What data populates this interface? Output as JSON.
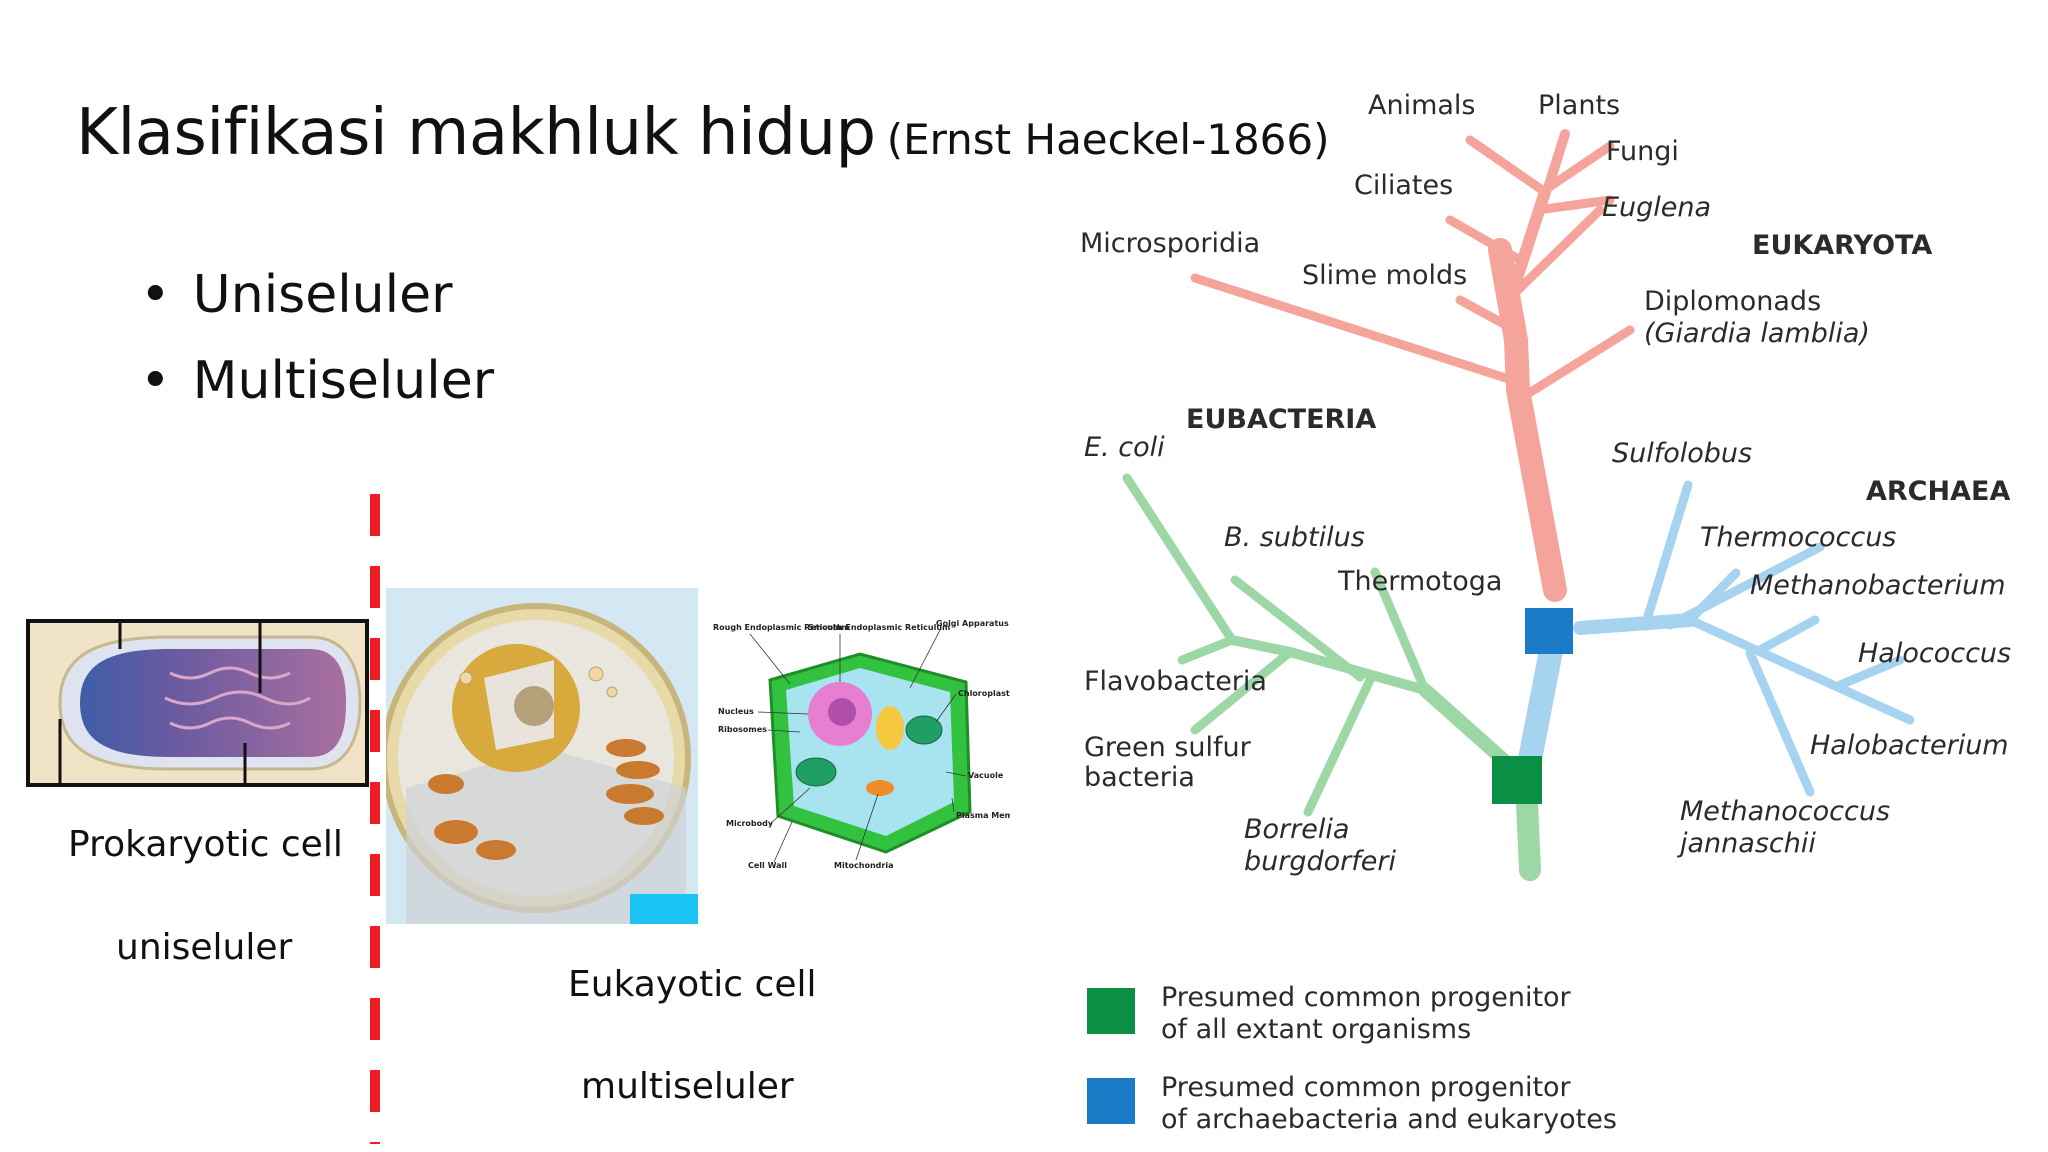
{
  "title": {
    "main": "Klasifikasi makhluk hidup",
    "sub": "(Ernst Haeckel-1866)"
  },
  "bullets": [
    "Uniseluler",
    "Multiseluler"
  ],
  "prokaryote": {
    "caption": "Prokaryotic cell",
    "type": "uniseluler"
  },
  "eukaryote": {
    "caption": "Eukayotic cell",
    "type": "multiseluler",
    "plant_cell_labels": {
      "rough_er": "Rough Endoplasmic Reticulum",
      "smooth_er": "Smooth Endoplasmic Reticulum",
      "golgi": "Golgi Apparatus",
      "chloroplast": "Chloroplast",
      "nucleus": "Nucleus",
      "ribosomes": "Ribosomes",
      "vacuole": "Vacuole",
      "microbody": "Microbody",
      "plasma_membrane": "Plasma Membrane",
      "cell_wall": "Cell Wall",
      "mitochondria": "Mitochondria"
    }
  },
  "tree": {
    "domains": {
      "eukaryota": "EUKARYOTA",
      "eubacteria": "EUBACTERIA",
      "archaea": "ARCHAEA"
    },
    "eukaryota": [
      "Animals",
      "Plants",
      "Fungi",
      "Ciliates",
      "Euglena",
      "Microsporidia",
      "Slime molds",
      "Diplomonads",
      "(Giardia lamblia)"
    ],
    "eubacteria": [
      "E. coli",
      "B. subtilus",
      "Thermotoga",
      "Flavobacteria",
      "Green sulfur",
      "bacteria",
      "Borrelia",
      "burgdorferi"
    ],
    "archaea": [
      "Sulfolobus",
      "Thermococcus",
      "Methanobacterium",
      "Halococcus",
      "Halobacterium",
      "Methanococcus",
      "jannaschii"
    ]
  },
  "legend": [
    {
      "text": "Presumed common progenitor\nof all extant organisms",
      "color": "#0a8f45"
    },
    {
      "text": "Presumed common progenitor\nof archaebacteria and eukaryotes",
      "color": "#1a7cc6"
    }
  ],
  "colors": {
    "eukaryota_branch": "#f4a49a",
    "eubacteria_branch": "#9dd7a6",
    "archaea_branch": "#a6d3f0",
    "divider": "#ee1c25"
  }
}
